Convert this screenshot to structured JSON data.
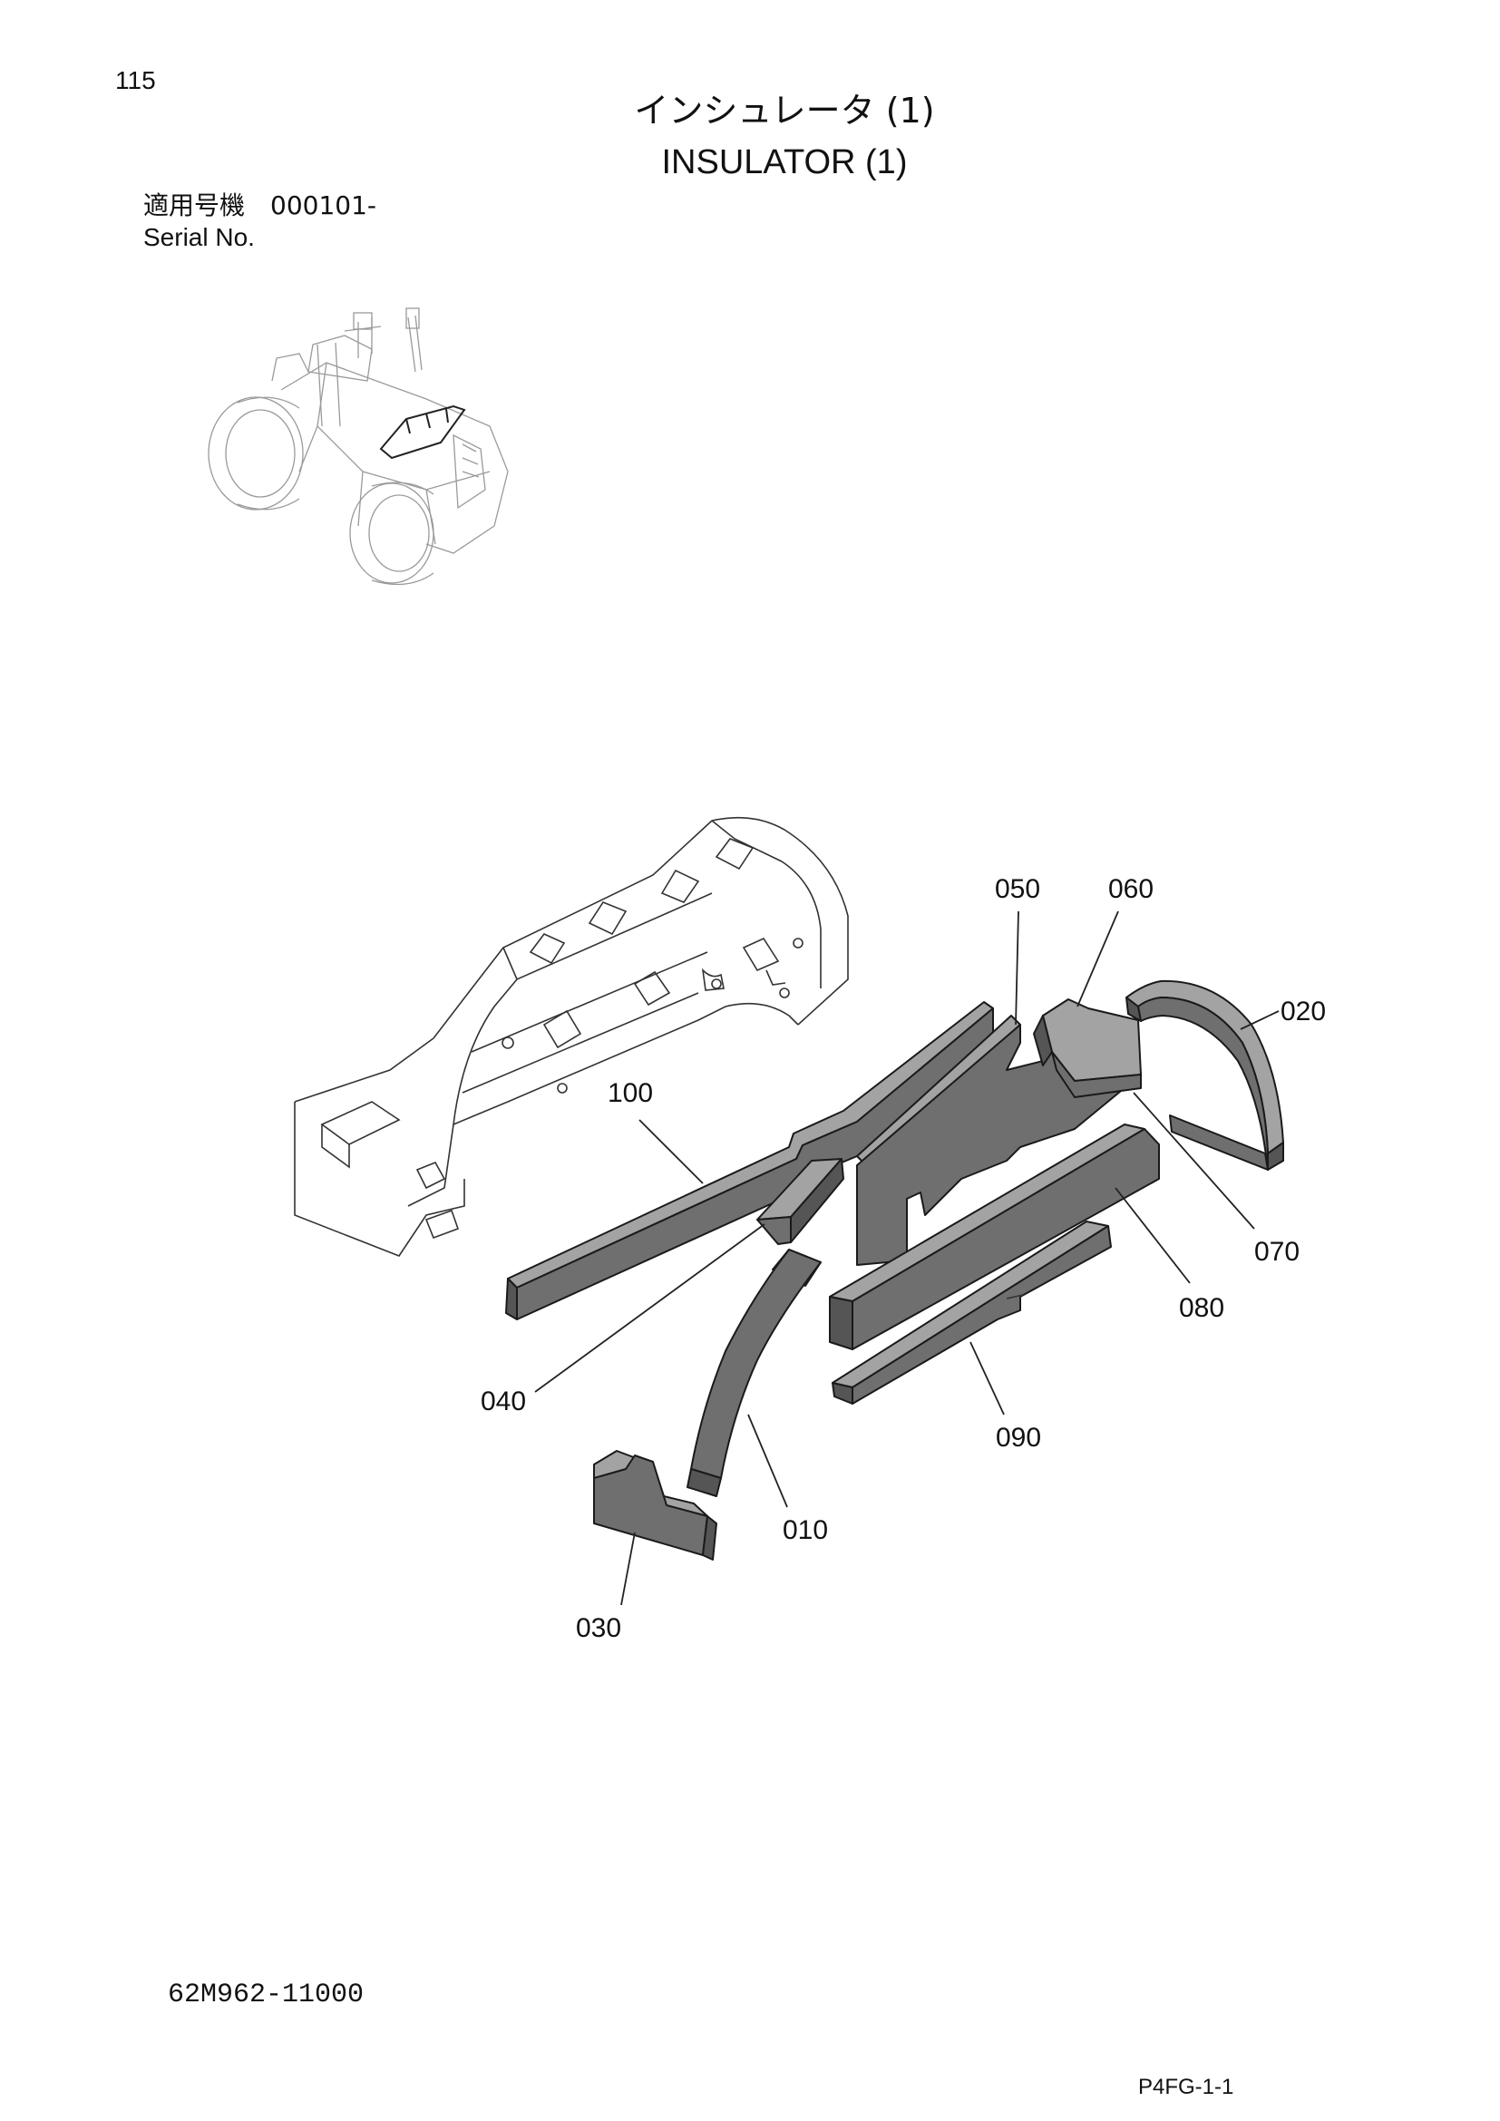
{
  "page_number": "115",
  "title": {
    "japanese": "インシュレータ (1)",
    "english": "INSULATOR (1)"
  },
  "serial": {
    "label_japanese": "適用号機　000101-",
    "label_english": "Serial No."
  },
  "callouts": {
    "p010": "010",
    "p020": "020",
    "p030": "030",
    "p040": "040",
    "p050": "050",
    "p060": "060",
    "p070": "070",
    "p080": "080",
    "p090": "090",
    "p100": "100"
  },
  "catalog_number": "62M962-11000",
  "page_code": "P4FG-1-1"
}
